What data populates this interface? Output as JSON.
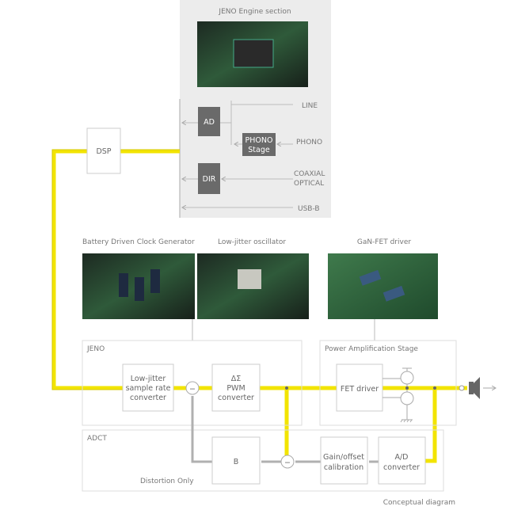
{
  "engine_section": {
    "title": "JENO Engine section",
    "blocks": {
      "ad": "AD",
      "phono_stage_1": "PHONO",
      "phono_stage_2": "Stage",
      "dir": "DIR"
    },
    "inputs": {
      "line": "LINE",
      "phono": "PHONO",
      "coaxial": "COAXIAL",
      "optical": "OPTICAL",
      "usb": "USB-B"
    }
  },
  "dsp": "DSP",
  "photos": {
    "clock": "Battery Driven Clock Generator",
    "oscillator": "Low-jitter oscillator",
    "gan": "GaN-FET driver"
  },
  "jeno": {
    "title": "JENO",
    "src_1": "Low-jitter",
    "src_2": "sample rate",
    "src_3": "converter",
    "minus": "−",
    "pwm_1": "ΔΣ",
    "pwm_2": "PWM",
    "pwm_3": "converter"
  },
  "power": {
    "title": "Power Amplification Stage",
    "fet": "FET driver"
  },
  "adct": {
    "title": "ADCT",
    "b": "B",
    "minus": "−",
    "gain_1": "Gain/offset",
    "gain_2": "calibration",
    "ad_1": "A/D",
    "ad_2": "converter",
    "note": "Distortion Only"
  },
  "caption": "Conceptual diagram",
  "colors": {
    "signal": "#f2e400",
    "panel": "#ececec",
    "block": "#6a6a6a"
  }
}
